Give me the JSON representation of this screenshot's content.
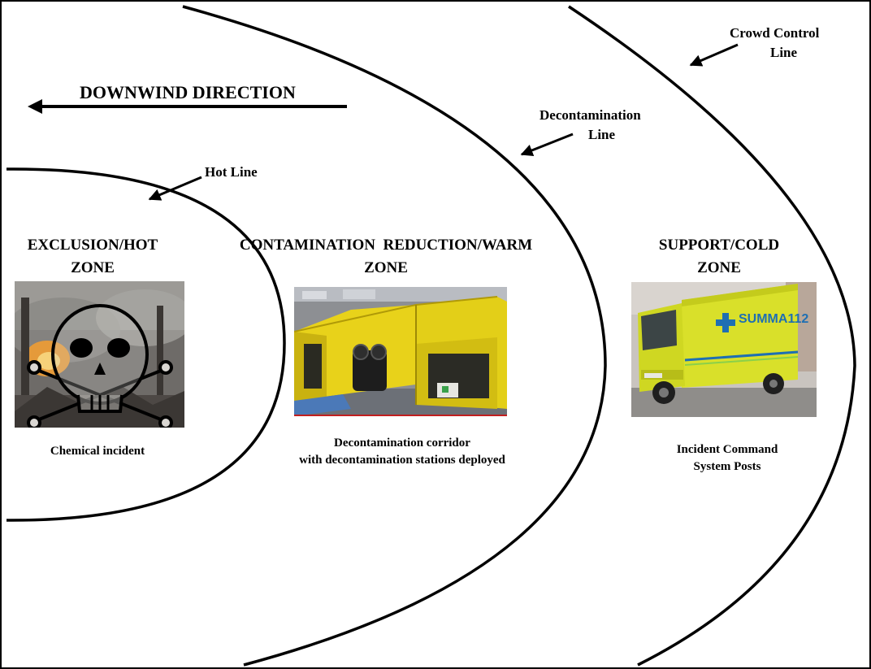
{
  "wind": {
    "label": "DOWNWIND DIRECTION"
  },
  "lines": {
    "hot": "Hot Line",
    "decon_1": "Decontamination",
    "decon_2": "Line",
    "crowd_1": "Crowd Control",
    "crowd_2": "Line"
  },
  "zones": {
    "hot": {
      "title_1": "EXCLUSION/HOT",
      "title_2": "ZONE",
      "caption_1": "Chemical incident",
      "photo": "chemical-incident-photo"
    },
    "warm": {
      "title_1": "CONTAMINATION  REDUCTION/WARM",
      "title_2": "ZONE",
      "caption_1": "Decontamination corridor",
      "caption_2": "with decontamination stations deployed",
      "photo": "decontamination-corridor-photo"
    },
    "cold": {
      "title_1": "SUPPORT/COLD",
      "title_2": "ZONE",
      "caption_1": "Incident Command",
      "caption_2": "System Posts",
      "photo": "command-vehicle-photo"
    }
  },
  "photo_text": {
    "truck_brand": "SUMMA112"
  },
  "colors": {
    "line": "#000000",
    "tent_yellow": "#e8d21a",
    "truck_yellow": "#d9e02a",
    "smoke": "#7a7a78"
  }
}
